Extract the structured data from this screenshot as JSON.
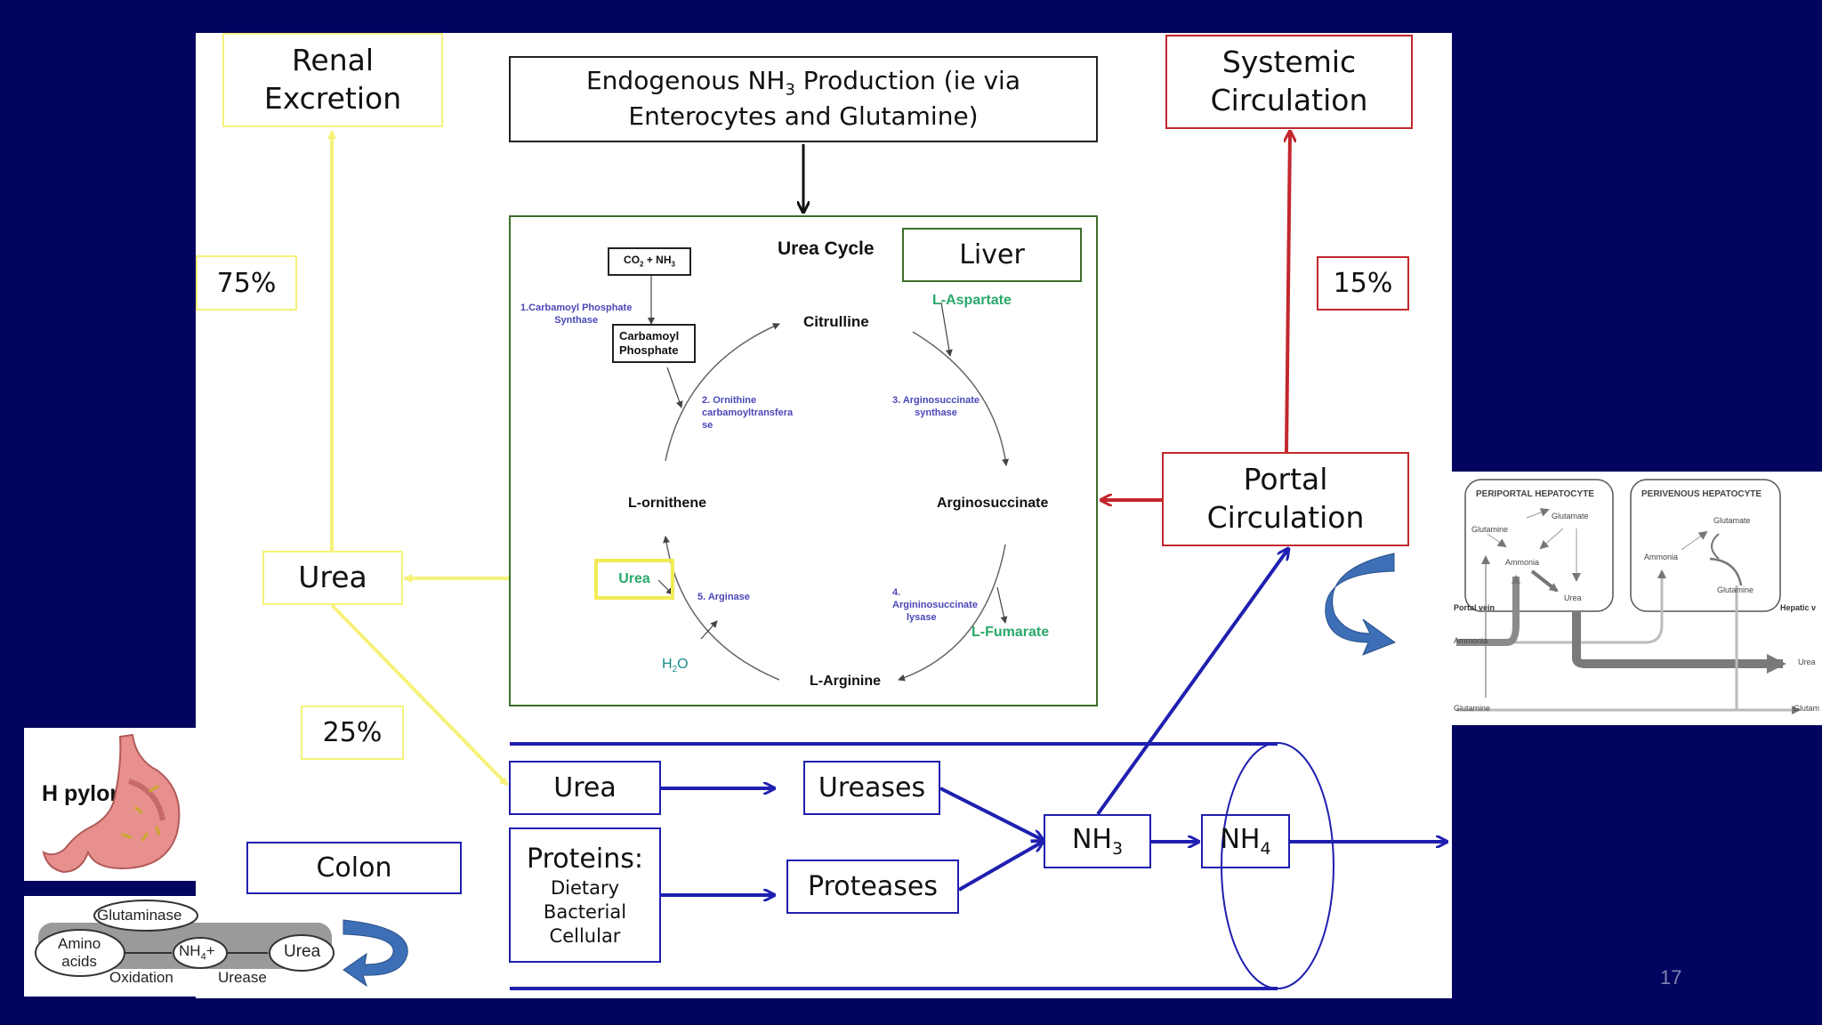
{
  "boxes": {
    "renal_excretion_l1": "Renal",
    "renal_excretion_l2": "Excretion",
    "endogenous_a": "Endogenous NH",
    "endogenous_sub": "3",
    "endogenous_b": " Production (ie via",
    "endogenous_l2": "Enterocytes and Glutamine)",
    "systemic_l1": "Systemic",
    "systemic_l2": "Circulation",
    "pct_75": "75%",
    "pct_15": "15%",
    "pct_25": "25%",
    "urea_main": "Urea",
    "portal_l1": "Portal",
    "portal_l2": "Circulation",
    "urea_gut": "Urea",
    "ureases": "Ureases",
    "proteins_title": "Proteins:",
    "proteins_l1": "Dietary",
    "proteins_l2": "Bacterial",
    "proteins_l3": "Cellular",
    "proteases": "Proteases",
    "nh3": "NH",
    "nh3_sub": "3",
    "nh4": "NH",
    "nh4_sub": "4",
    "colon": "Colon",
    "h_pylori": "H pylori"
  },
  "urea_cycle": {
    "title": "Urea Cycle",
    "liver": "Liver",
    "co2_a": "CO",
    "co2_sub": "2",
    "co2_b": " + NH",
    "co2_sub2": "3",
    "enzyme1_l1": "1.Carbamoyl Phosphate",
    "enzyme1_l2": "Synthase",
    "carbamoyl_l1": "Carbamoyl",
    "carbamoyl_l2": "Phosphate",
    "citrulline": "Citrulline",
    "l_aspartate": "L-Aspartate",
    "enzyme2_l1": "2. Ornithine",
    "enzyme2_l2": "carbamoyltransfera",
    "enzyme2_l3": "se",
    "enzyme3_l1": "3. Arginosuccinate",
    "enzyme3_l2": "synthase",
    "l_ornithene": "L-ornithene",
    "arginosuccinate": "Arginosuccinate",
    "urea": "Urea",
    "enzyme5": "5. Arginase",
    "enzyme4_l1": "4.",
    "enzyme4_l2": "Argininosuccinate",
    "enzyme4_l3": "lysase",
    "l_fumarate": "L-Fumarate",
    "h2o_a": "H",
    "h2o_sub": "2",
    "h2o_b": "O",
    "l_arginine": "L-Arginine"
  },
  "hepatocyte": {
    "periportal": "PERIPORTAL HEPATOCYTE",
    "perivenous": "PERIVENOUS HEPATOCYTE",
    "glutamate_1": "Glutamate",
    "glutamine_1": "Glutamine",
    "ammonia_1": "Ammonia",
    "urea_1": "Urea",
    "glutamate_2": "Glutamate",
    "ammonia_2": "Ammonia",
    "glutamine_2": "Glutamine",
    "portal_vein": "Portal vein",
    "hepatic_vein": "Hepatic v",
    "ammonia_row": "Ammonia",
    "urea_row": "Urea",
    "glutamine_row": "Glutamine",
    "glutam_row": "Glutam"
  },
  "colon_diagram": {
    "glutaminase": "Glutaminase",
    "amino_l1": "Amino",
    "amino_l2": "acids",
    "nh4": "NH",
    "nh4_sub": "4",
    "nh4_plus": "+",
    "urea": "Urea",
    "oxidation": "Oxidation",
    "urease": "Urease"
  },
  "page_number": "17",
  "colors": {
    "background": "#02045f",
    "yellow": "#f6f27a",
    "red": "#c2272d",
    "blue": "#1f1fb0",
    "green": "#3c6e2b"
  }
}
